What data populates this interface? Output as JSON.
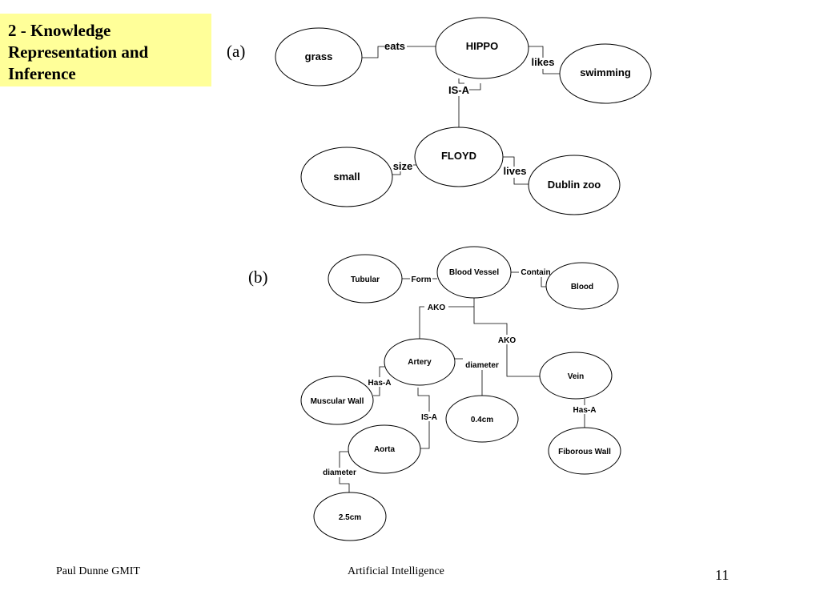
{
  "slide": {
    "title_lines": [
      "2 - Knowledge",
      "Representation and",
      "Inference"
    ],
    "colors": {
      "title_background": "#ffff99",
      "stroke": "#000000",
      "node_fill": "#ffffff"
    }
  },
  "diagram_a": {
    "label": "(a)",
    "nodes": {
      "grass": "grass",
      "hippo": "HIPPO",
      "swimming": "swimming",
      "floyd": "FLOYD",
      "small": "small",
      "dublin_zoo": "Dublin zoo"
    },
    "edges": {
      "eats": "eats",
      "likes": "likes",
      "is_a": "IS-A",
      "size": "size",
      "lives": "lives"
    }
  },
  "diagram_b": {
    "label": "(b)",
    "nodes": {
      "tubular": "Tubular",
      "blood_vessel": "Blood Vessel",
      "blood": "Blood",
      "artery": "Artery",
      "vein": "Vein",
      "muscular_wall": "Muscular Wall",
      "size_04": "0.4cm",
      "fiborous_wall": "Fiborous Wall",
      "aorta": "Aorta",
      "size_25": "2.5cm"
    },
    "edges": {
      "form": "Form",
      "contain": "Contain",
      "ako_artery": "AKO",
      "ako_vein": "AKO",
      "diameter_artery": "diameter",
      "has_a_artery": "Has-A",
      "is_a_aorta": "IS-A",
      "has_a_vein": "Has-A",
      "diameter_aorta": "diameter"
    }
  },
  "footer": {
    "author": "Paul Dunne GMIT",
    "course": "Artificial Intelligence",
    "page_number": "11"
  }
}
